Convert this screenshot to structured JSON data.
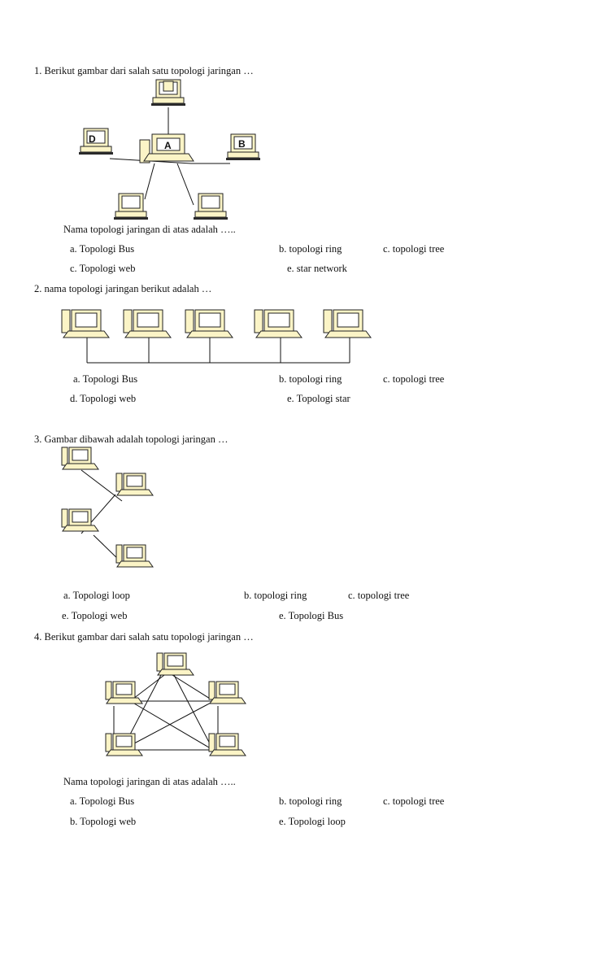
{
  "q1": {
    "question": "1.  Berikut gambar dari salah satu topologi jaringan …",
    "node_labels": {
      "center": "A",
      "right": "B",
      "left": "D"
    },
    "prompt": "Nama topologi jaringan di atas adalah …..",
    "options": {
      "a": "a.   Topologi Bus",
      "b": "b. topologi ring",
      "c": "c. topologi tree",
      "d": "c.   Topologi web",
      "e": "e. star network"
    }
  },
  "q2": {
    "question": "2. nama  topologi jaringan berikut adalah …",
    "options": {
      "a": "a. Topologi Bus",
      "b": "b. topologi ring",
      "c": "c. topologi tree",
      "d": "d.   Topologi web",
      "e": "e. Topologi star"
    }
  },
  "q3": {
    "question": "3. Gambar dibawah adalah topologi jaringan …",
    "options": {
      "a": "a. Topologi loop",
      "b": "b. topologi ring",
      "c": "c. topologi tree",
      "d": "e.   Topologi web",
      "e": "e. Topologi Bus"
    }
  },
  "q4": {
    "question": "4.  Berikut gambar dari salah satu topologi jaringan …",
    "prompt": "Nama topologi jaringan di atas adalah …..",
    "options": {
      "a": "a.   Topologi Bus",
      "b": "b. topologi ring",
      "c": "c. topologi tree",
      "d": "b.   Topologi web",
      "e": "e. Topologi loop"
    }
  },
  "icons": {
    "computer": "desktop-computer-icon"
  }
}
